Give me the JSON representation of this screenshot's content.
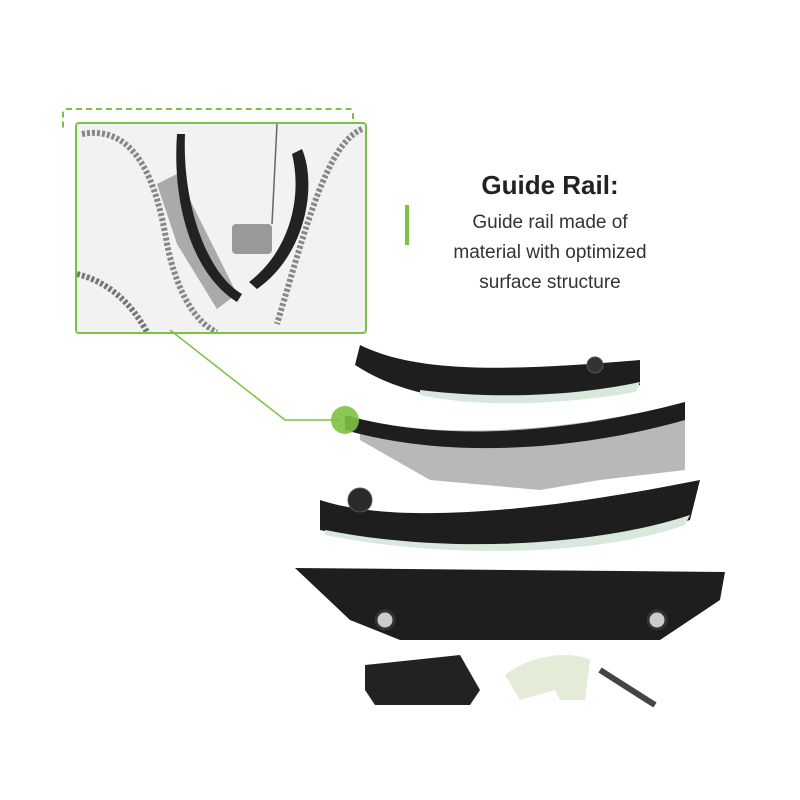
{
  "callout": {
    "title": "Guide Rail:",
    "description_lines": [
      "Guide rail made of",
      "material with optimized",
      "surface structure"
    ]
  },
  "colors": {
    "accent": "#7cc242",
    "part": "#1e1e1e",
    "metal": "#b8b8b8",
    "slide": "#d8e8dc"
  }
}
